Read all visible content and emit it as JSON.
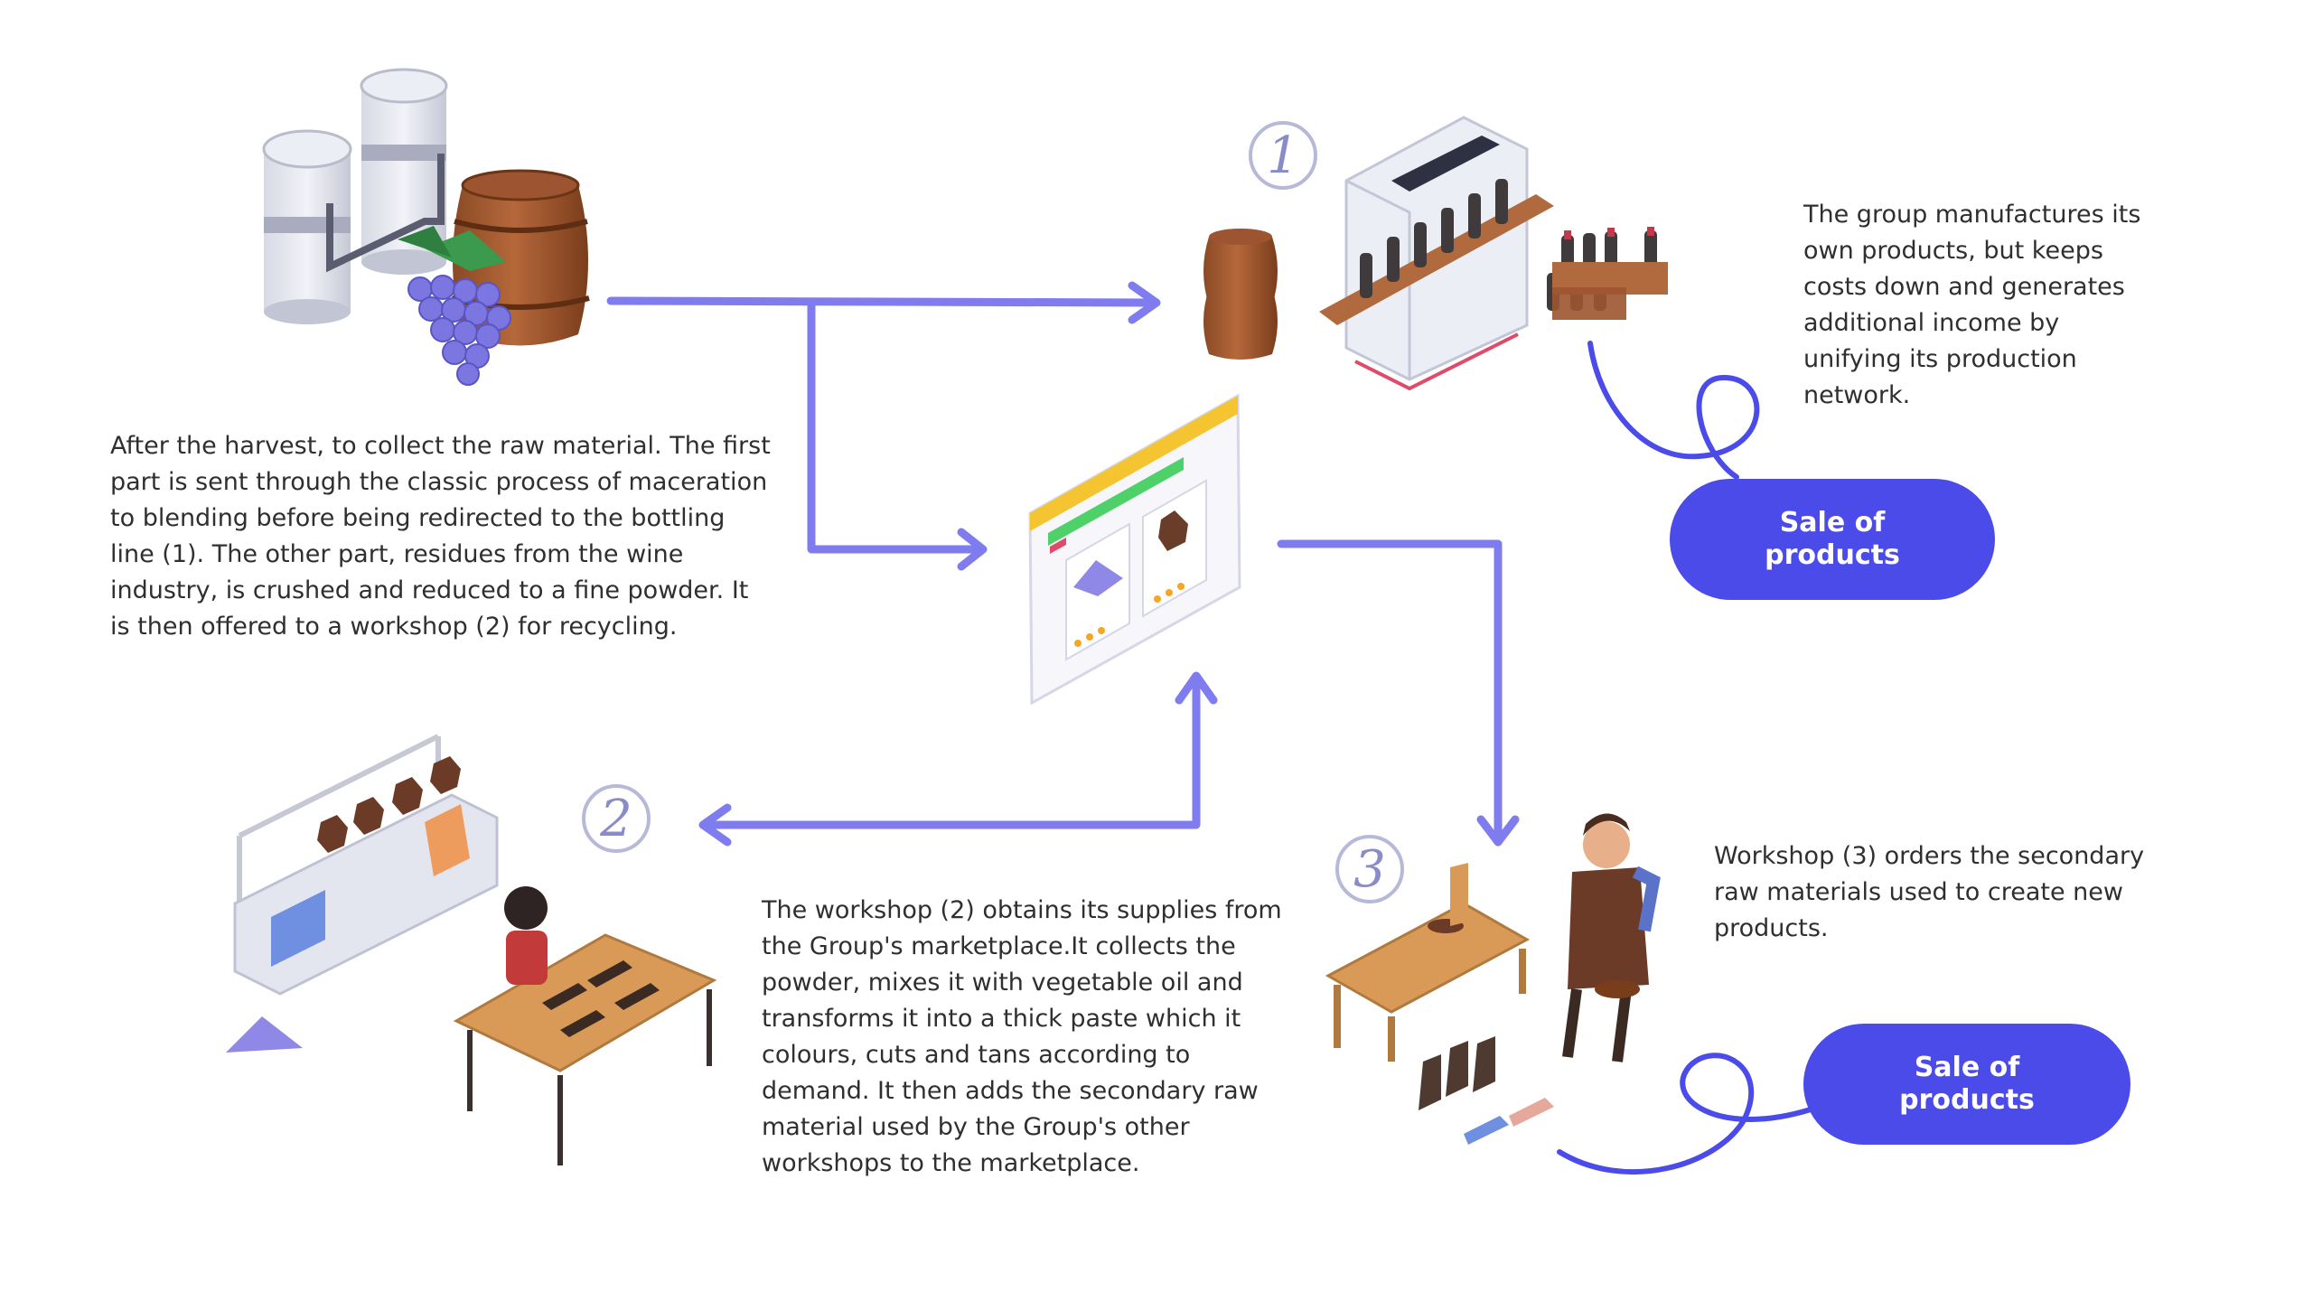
{
  "texts": {
    "intro": "After the harvest, to collect the raw material. The first part is sent through the classic process of maceration to blending before being redirected to the bottling line (1). The other part, residues from the wine industry, is crushed and reduced to a fine powder. It is then offered to a workshop (2) for recycling.",
    "group": "The group manufactures its own products, but keeps costs down and generates additional income by unifying its production network.",
    "workshop2": "The workshop (2) obtains its supplies from the Group's marketplace.It collects the powder, mixes it with vegetable oil and transforms it into a thick paste which it colours, cuts and tans according to demand. It then adds the secondary raw material used by the Group's other workshops to the marketplace.",
    "workshop3": "Workshop (3) orders the secondary raw materials used to create new products."
  },
  "pills": {
    "sale1": "Sale of products",
    "sale2": "Sale of products"
  },
  "numbers": {
    "one": "1",
    "two": "2",
    "three": "3"
  },
  "colors": {
    "arrow": "#7f7cf0",
    "pill": "#4b4bea",
    "loop": "#4b4bea",
    "number": "#8a8cc8"
  }
}
